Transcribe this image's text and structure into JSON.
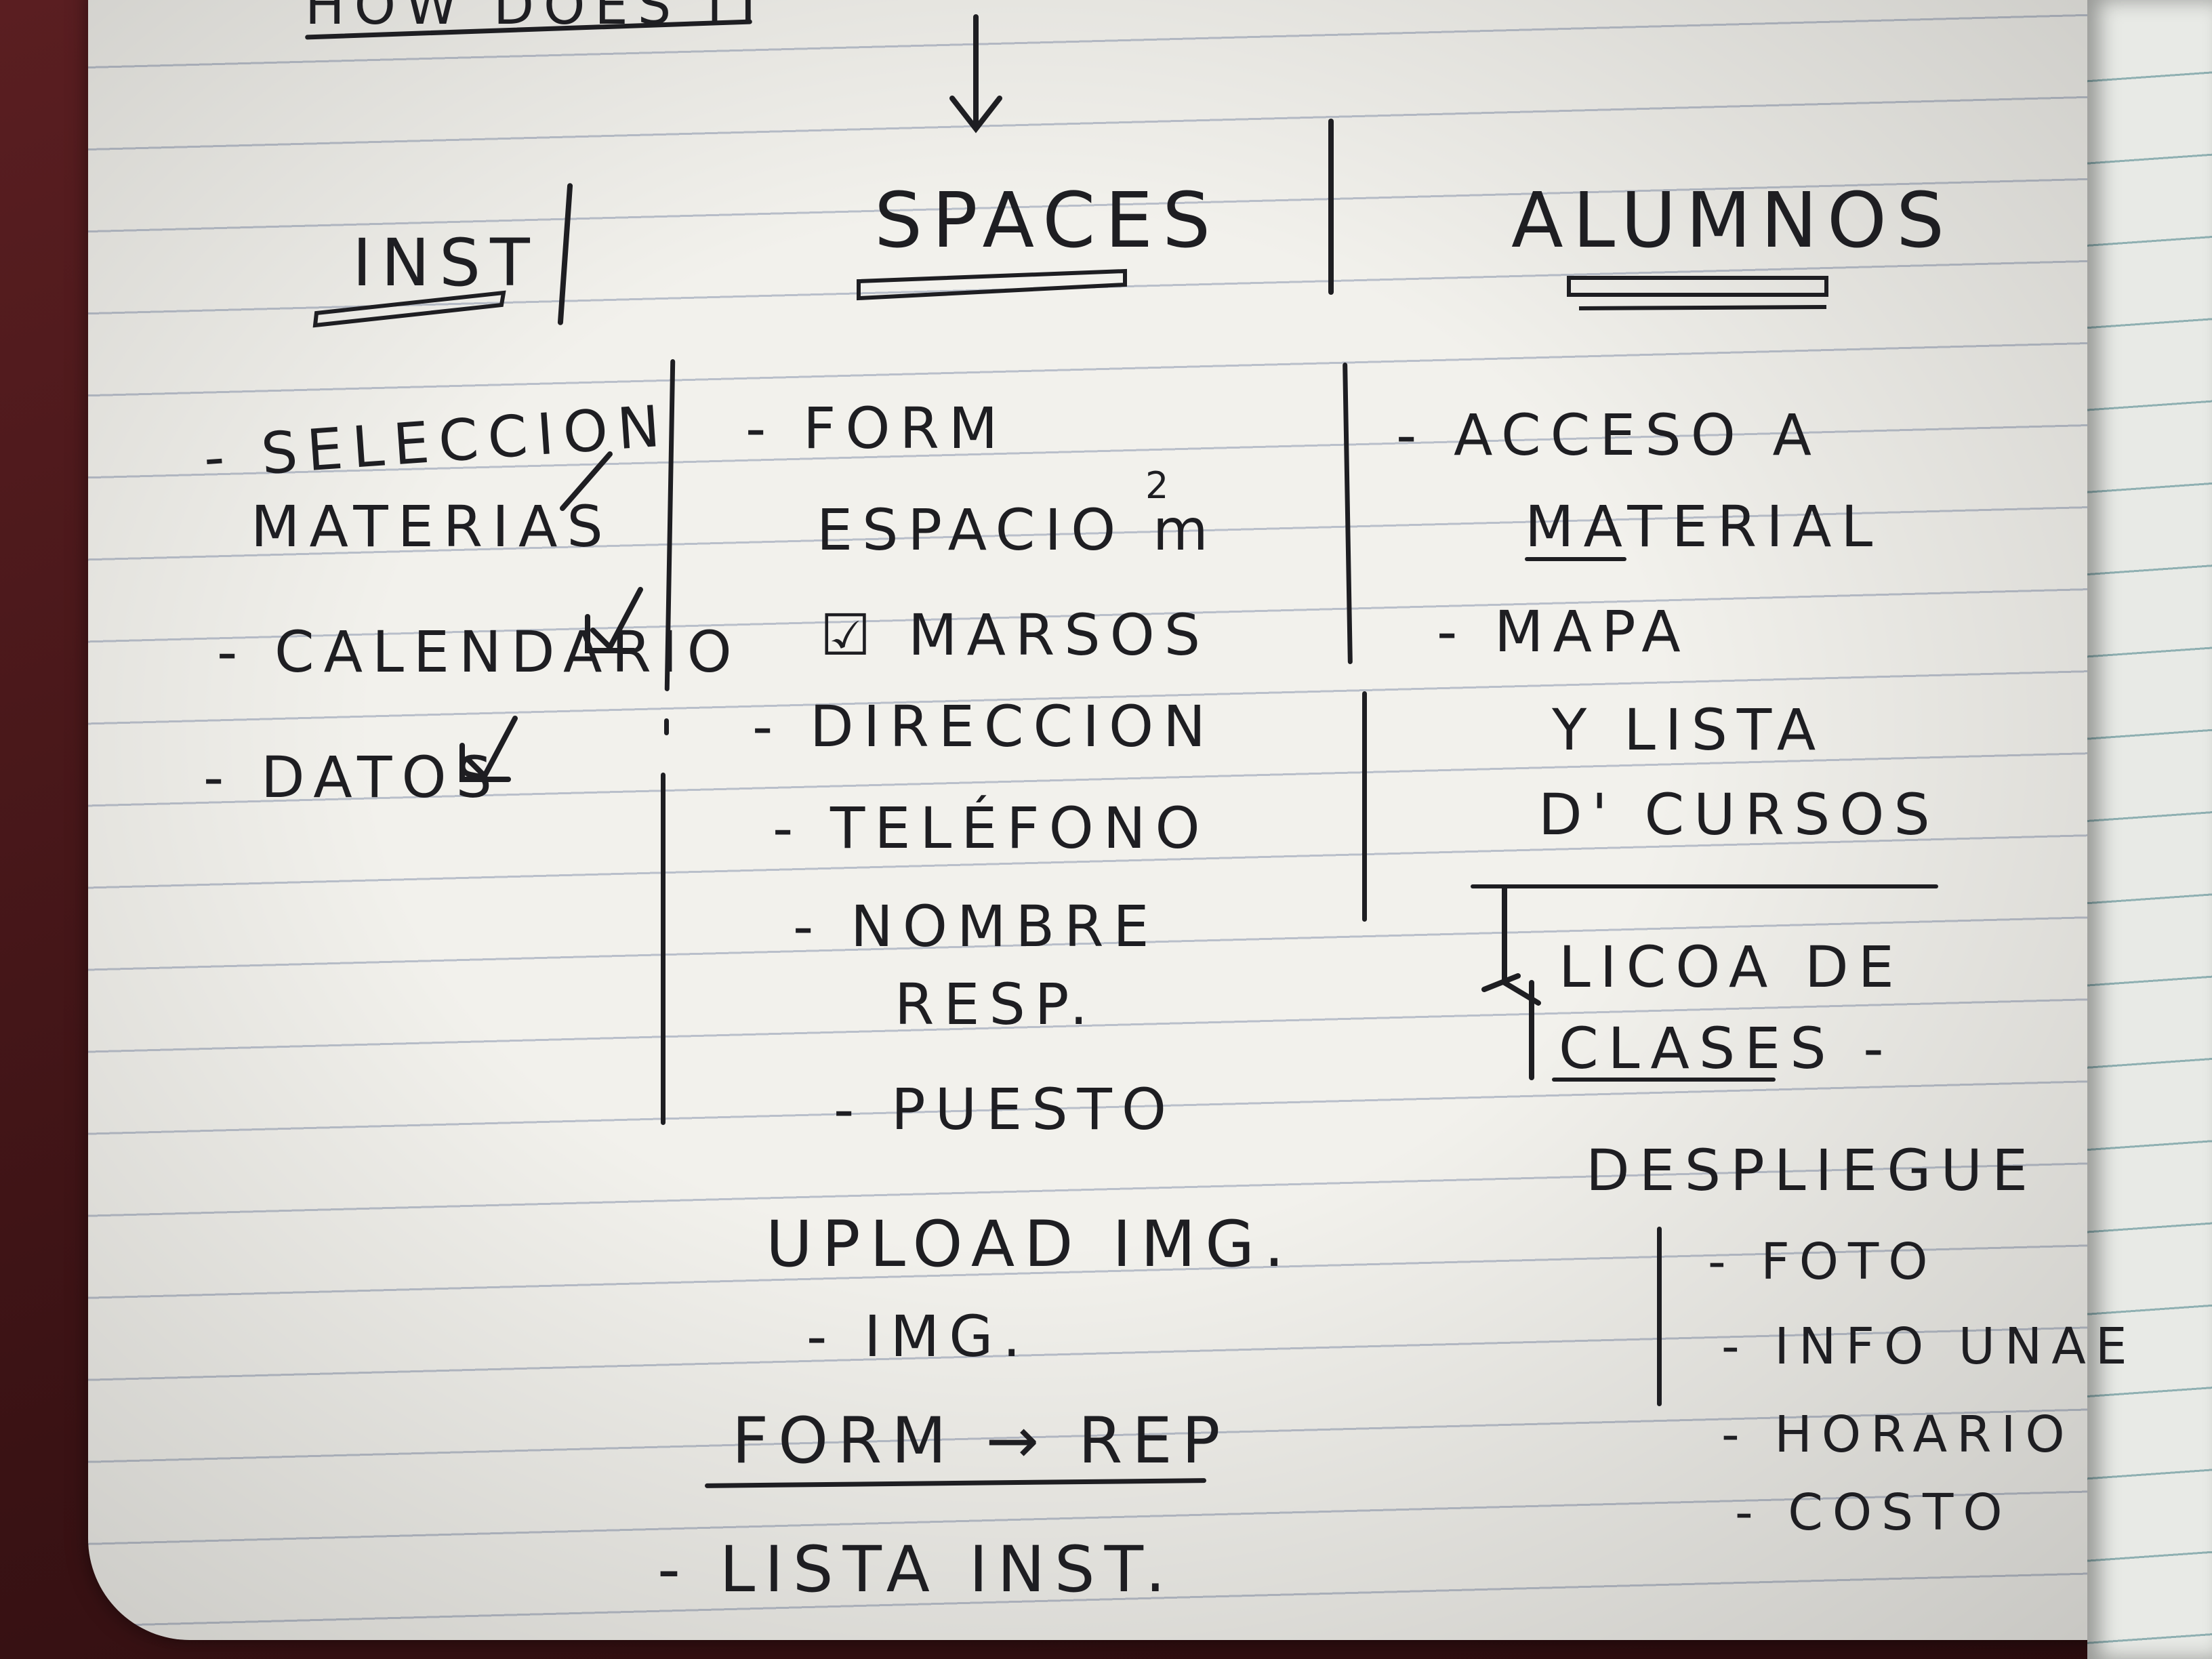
{
  "notebook": {
    "header_partial": "HOW DOES IT",
    "columns": {
      "inst": {
        "heading": "INST",
        "items": [
          {
            "line1": "- SELECCION",
            "line2": "MATERIAS",
            "mark": "check"
          },
          {
            "line1": "- CALENDARIO",
            "mark": "checked-box"
          },
          {
            "line1": "- DATOS",
            "mark": "checked-box"
          }
        ]
      },
      "spaces": {
        "heading": "SPACES",
        "items": [
          "- FORM",
          "ESPACIO m",
          "☑ MARSOS",
          "- DIRECCION",
          "- TELÉFONO",
          "- NOMBRE",
          "RESP.",
          "- PUESTO"
        ],
        "exponent": "2",
        "upload_heading": "UPLOAD IMG.",
        "upload_item": "- IMG.",
        "flow_label": "FORM → REP",
        "list_item": "- LISTA INST."
      },
      "alumnos": {
        "heading": "ALUMNOS",
        "items": [
          "- ACCESO A",
          "MATERIAL",
          "- MAPA",
          "Y LISTA",
          "D' CURSOS"
        ],
        "subbox_line1": "LICOA DE",
        "subbox_line2": "CLASES -",
        "dropdown_heading": "DESPLIEGUE",
        "dropdown_items": [
          "- FOTO",
          "- INFO UNAE",
          "- HORARIO",
          "- COSTO"
        ]
      }
    },
    "ink_color": "#1e1e22",
    "paper_color": "#f2f1ec",
    "rule_color": "#b9bfca"
  }
}
